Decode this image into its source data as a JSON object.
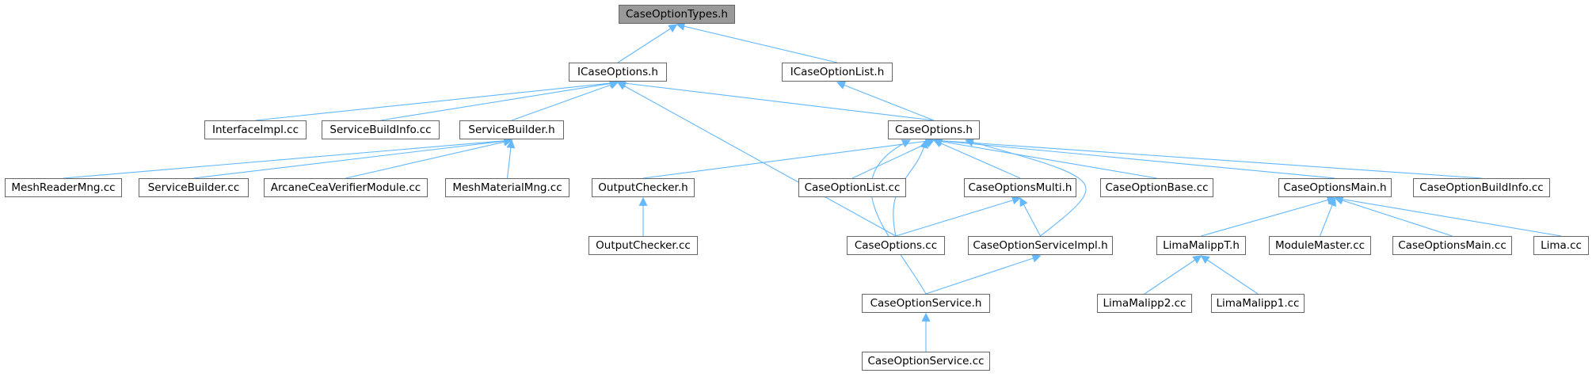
{
  "diagram": {
    "edge_color": "#63b8ff",
    "root_fill": "#999999",
    "node_border": "#666666",
    "nodes": [
      {
        "id": "CaseOptionTypes.h",
        "label": "CaseOptionTypes.h"
      },
      {
        "id": "ICaseOptions.h",
        "label": "ICaseOptions.h"
      },
      {
        "id": "ICaseOptionList.h",
        "label": "ICaseOptionList.h"
      },
      {
        "id": "InterfaceImpl.cc",
        "label": "InterfaceImpl.cc"
      },
      {
        "id": "ServiceBuildInfo.cc",
        "label": "ServiceBuildInfo.cc"
      },
      {
        "id": "ServiceBuilder.h",
        "label": "ServiceBuilder.h"
      },
      {
        "id": "CaseOptions.h",
        "label": "CaseOptions.h"
      },
      {
        "id": "MeshReaderMng.cc",
        "label": "MeshReaderMng.cc"
      },
      {
        "id": "ServiceBuilder.cc",
        "label": "ServiceBuilder.cc"
      },
      {
        "id": "ArcaneCeaVerifierModule.cc",
        "label": "ArcaneCeaVerifierModule.cc"
      },
      {
        "id": "MeshMaterialMng.cc",
        "label": "MeshMaterialMng.cc"
      },
      {
        "id": "OutputChecker.h",
        "label": "OutputChecker.h"
      },
      {
        "id": "CaseOptionList.cc",
        "label": "CaseOptionList.cc"
      },
      {
        "id": "CaseOptionsMulti.h",
        "label": "CaseOptionsMulti.h"
      },
      {
        "id": "CaseOptionBase.cc",
        "label": "CaseOptionBase.cc"
      },
      {
        "id": "CaseOptionsMain.h",
        "label": "CaseOptionsMain.h"
      },
      {
        "id": "CaseOptionBuildInfo.cc",
        "label": "CaseOptionBuildInfo.cc"
      },
      {
        "id": "OutputChecker.cc",
        "label": "OutputChecker.cc"
      },
      {
        "id": "CaseOptions.cc",
        "label": "CaseOptions.cc"
      },
      {
        "id": "CaseOptionServiceImpl.h",
        "label": "CaseOptionServiceImpl.h"
      },
      {
        "id": "LimaMalippT.h",
        "label": "LimaMalippT.h"
      },
      {
        "id": "ModuleMaster.cc",
        "label": "ModuleMaster.cc"
      },
      {
        "id": "CaseOptionsMain.cc",
        "label": "CaseOptionsMain.cc"
      },
      {
        "id": "Lima.cc",
        "label": "Lima.cc"
      },
      {
        "id": "CaseOptionService.h",
        "label": "CaseOptionService.h"
      },
      {
        "id": "LimaMalipp2.cc",
        "label": "LimaMalipp2.cc"
      },
      {
        "id": "LimaMalipp1.cc",
        "label": "LimaMalipp1.cc"
      },
      {
        "id": "CaseOptionService.cc",
        "label": "CaseOptionService.cc"
      }
    ],
    "edges": [
      {
        "from": "CaseOptionTypes.h",
        "to": "ICaseOptions.h"
      },
      {
        "from": "CaseOptionTypes.h",
        "to": "ICaseOptionList.h"
      },
      {
        "from": "ICaseOptions.h",
        "to": "InterfaceImpl.cc"
      },
      {
        "from": "ICaseOptions.h",
        "to": "ServiceBuildInfo.cc"
      },
      {
        "from": "ICaseOptions.h",
        "to": "ServiceBuilder.h"
      },
      {
        "from": "ICaseOptions.h",
        "to": "CaseOptions.h"
      },
      {
        "from": "ICaseOptions.h",
        "to": "CaseOptions.cc"
      },
      {
        "from": "ICaseOptionList.h",
        "to": "CaseOptions.h"
      },
      {
        "from": "ServiceBuilder.h",
        "to": "MeshReaderMng.cc"
      },
      {
        "from": "ServiceBuilder.h",
        "to": "ServiceBuilder.cc"
      },
      {
        "from": "ServiceBuilder.h",
        "to": "ArcaneCeaVerifierModule.cc"
      },
      {
        "from": "ServiceBuilder.h",
        "to": "MeshMaterialMng.cc"
      },
      {
        "from": "CaseOptions.h",
        "to": "OutputChecker.h"
      },
      {
        "from": "CaseOptions.h",
        "to": "CaseOptionList.cc"
      },
      {
        "from": "CaseOptions.h",
        "to": "CaseOptionsMulti.h"
      },
      {
        "from": "CaseOptions.h",
        "to": "CaseOptionBase.cc"
      },
      {
        "from": "CaseOptions.h",
        "to": "CaseOptionsMain.h"
      },
      {
        "from": "CaseOptions.h",
        "to": "CaseOptionBuildInfo.cc"
      },
      {
        "from": "CaseOptions.h",
        "to": "CaseOptions.cc"
      },
      {
        "from": "CaseOptions.h",
        "to": "CaseOptionServiceImpl.h"
      },
      {
        "from": "CaseOptions.h",
        "to": "CaseOptionService.h"
      },
      {
        "from": "OutputChecker.h",
        "to": "OutputChecker.cc"
      },
      {
        "from": "CaseOptionsMulti.h",
        "to": "CaseOptions.cc"
      },
      {
        "from": "CaseOptionsMulti.h",
        "to": "CaseOptionServiceImpl.h"
      },
      {
        "from": "CaseOptionsMain.h",
        "to": "LimaMalippT.h"
      },
      {
        "from": "CaseOptionsMain.h",
        "to": "ModuleMaster.cc"
      },
      {
        "from": "CaseOptionsMain.h",
        "to": "CaseOptionsMain.cc"
      },
      {
        "from": "CaseOptionsMain.h",
        "to": "Lima.cc"
      },
      {
        "from": "CaseOptionServiceImpl.h",
        "to": "CaseOptionService.h"
      },
      {
        "from": "LimaMalippT.h",
        "to": "LimaMalipp2.cc"
      },
      {
        "from": "LimaMalippT.h",
        "to": "LimaMalipp1.cc"
      },
      {
        "from": "CaseOptionService.h",
        "to": "CaseOptionService.cc"
      }
    ]
  }
}
